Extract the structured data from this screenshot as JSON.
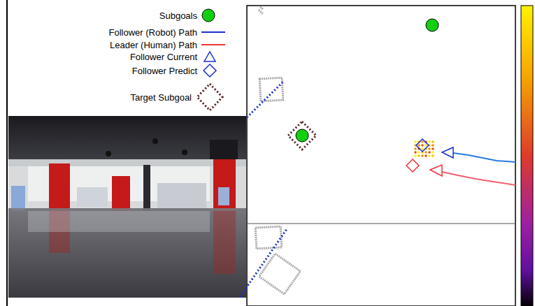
{
  "diagram": {
    "legend": [
      {
        "text": "Subgoals"
      },
      {
        "text": "Follower (Robot) Path"
      },
      {
        "text": "Leader (Human) Path"
      },
      {
        "text": "Follower Current"
      },
      {
        "text": "Follower Predict"
      },
      {
        "text": "Target Subgoal"
      }
    ]
  }
}
